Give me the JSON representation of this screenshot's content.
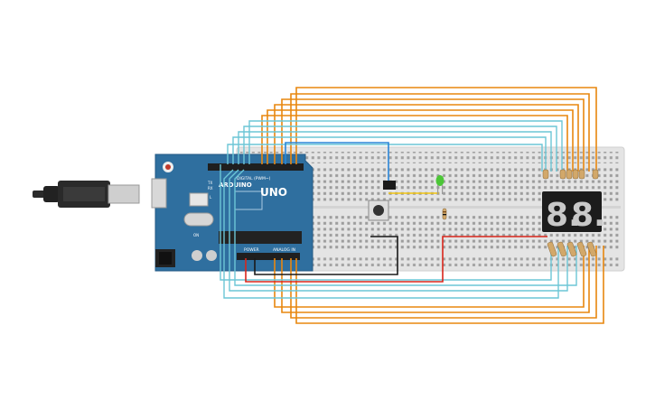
{
  "board": {
    "brand": "ARDUINO",
    "model": "UNO",
    "digital_label": "DIGITAL (PWM~)",
    "power_label": "POWER",
    "analog_label": "ANALOG IN",
    "tx_label": "TX",
    "rx_label": "RX",
    "l_label": "L",
    "on_label": "ON"
  },
  "display": {
    "digits": [
      "8.",
      "8."
    ]
  },
  "colors": {
    "background": "#ffffff",
    "breadboard": "#e2e2e2",
    "arduino": "#2f6f9f",
    "wire_orange": "#e8870f",
    "wire_cyan": "#6cc6d6",
    "wire_red": "#d9261c",
    "wire_black": "#1a1a1a",
    "wire_blue": "#2a86d8",
    "wire_yellow": "#f1c40f",
    "led_green": "#4cc637",
    "display_body": "#1c1c1c",
    "display_segment": "#c9c9c9"
  },
  "components": {
    "usb_cable": "usb-cable-icon",
    "pushbutton": "pushbutton-icon",
    "led": "led-icon",
    "resistor": "resistor-icon",
    "seven_segment": "seven-segment-display-icon"
  }
}
